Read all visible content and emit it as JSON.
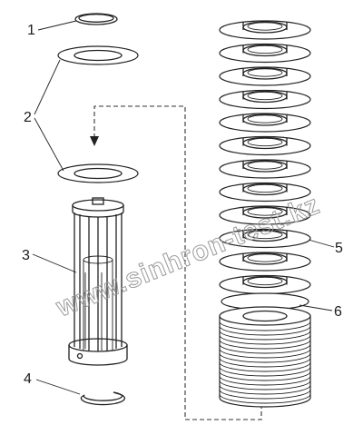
{
  "callouts": {
    "c1": "1",
    "c2": "2",
    "c3": "3",
    "c4": "4",
    "c5": "5",
    "c6": "6"
  },
  "watermark": "www.sinhron-test.kz",
  "colors": {
    "line": "#222222",
    "watermark": "#9a9a9a",
    "background": "#ffffff"
  }
}
